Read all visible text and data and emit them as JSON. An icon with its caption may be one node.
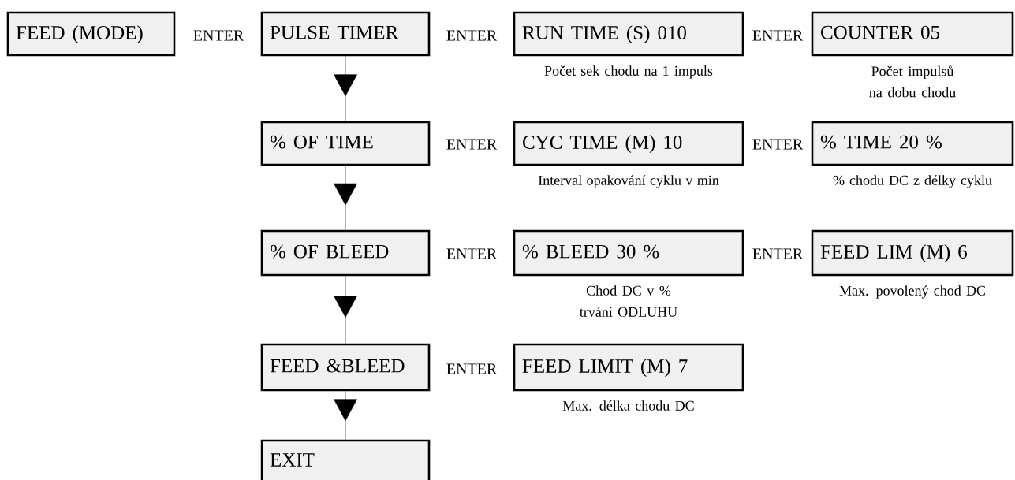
{
  "diagram": {
    "nodes": [
      {
        "text": [
          "FEED (MODE)"
        ]
      },
      {
        "text": [
          "PULSE TIMER"
        ]
      },
      {
        "text": [
          "RUN TIME (S) 010"
        ],
        "beside": [
          "Počet sek chodu na 1 impuls"
        ]
      },
      {
        "text": [
          "COUNTER 05"
        ],
        "beside": [
          "Počet impulsů na dobu chodu"
        ]
      },
      {
        "text": [
          "% OF TIME"
        ]
      },
      {
        "text": [
          "CYC TIME (M) 10"
        ],
        "beside": [
          "Interval opakování cyklu v min"
        ]
      },
      {
        "text": [
          "% TIME 20 %"
        ],
        "beside": [
          "% chodu DC z délky cyklu"
        ]
      },
      {
        "text": [
          "% OF BLEED"
        ]
      },
      {
        "text": [
          "% BLEED 30 %"
        ],
        "beside": [
          "Chod DC v % trvání ODLUHU"
        ]
      },
      {
        "text": [
          "FEED LIM (M) 6"
        ],
        "beside": [
          "Max. povolený chod DC"
        ]
      },
      {
        "text": [
          "FEED &BLEED"
        ]
      },
      {
        "text": [
          "FEED LIMIT (M) 7"
        ],
        "beside": [
          "Max. délka chodu DC"
        ]
      },
      {
        "text": [
          "EXIT"
        ]
      }
    ],
    "edges": [
      {
        "from": 1,
        "to": 4,
        "arrow": "to"
      },
      {
        "from": 4,
        "to": 7,
        "arrow": "to"
      },
      {
        "from": 7,
        "to": 10,
        "arrow": "to"
      },
      {
        "from": 10,
        "to": 12,
        "arrow": "to"
      }
    ],
    "labels": [
      "ENTER",
      "ENTER",
      "ENTER",
      "ENTER",
      "ENTER",
      "ENTER",
      "ENTER",
      "ENTER"
    ]
  }
}
